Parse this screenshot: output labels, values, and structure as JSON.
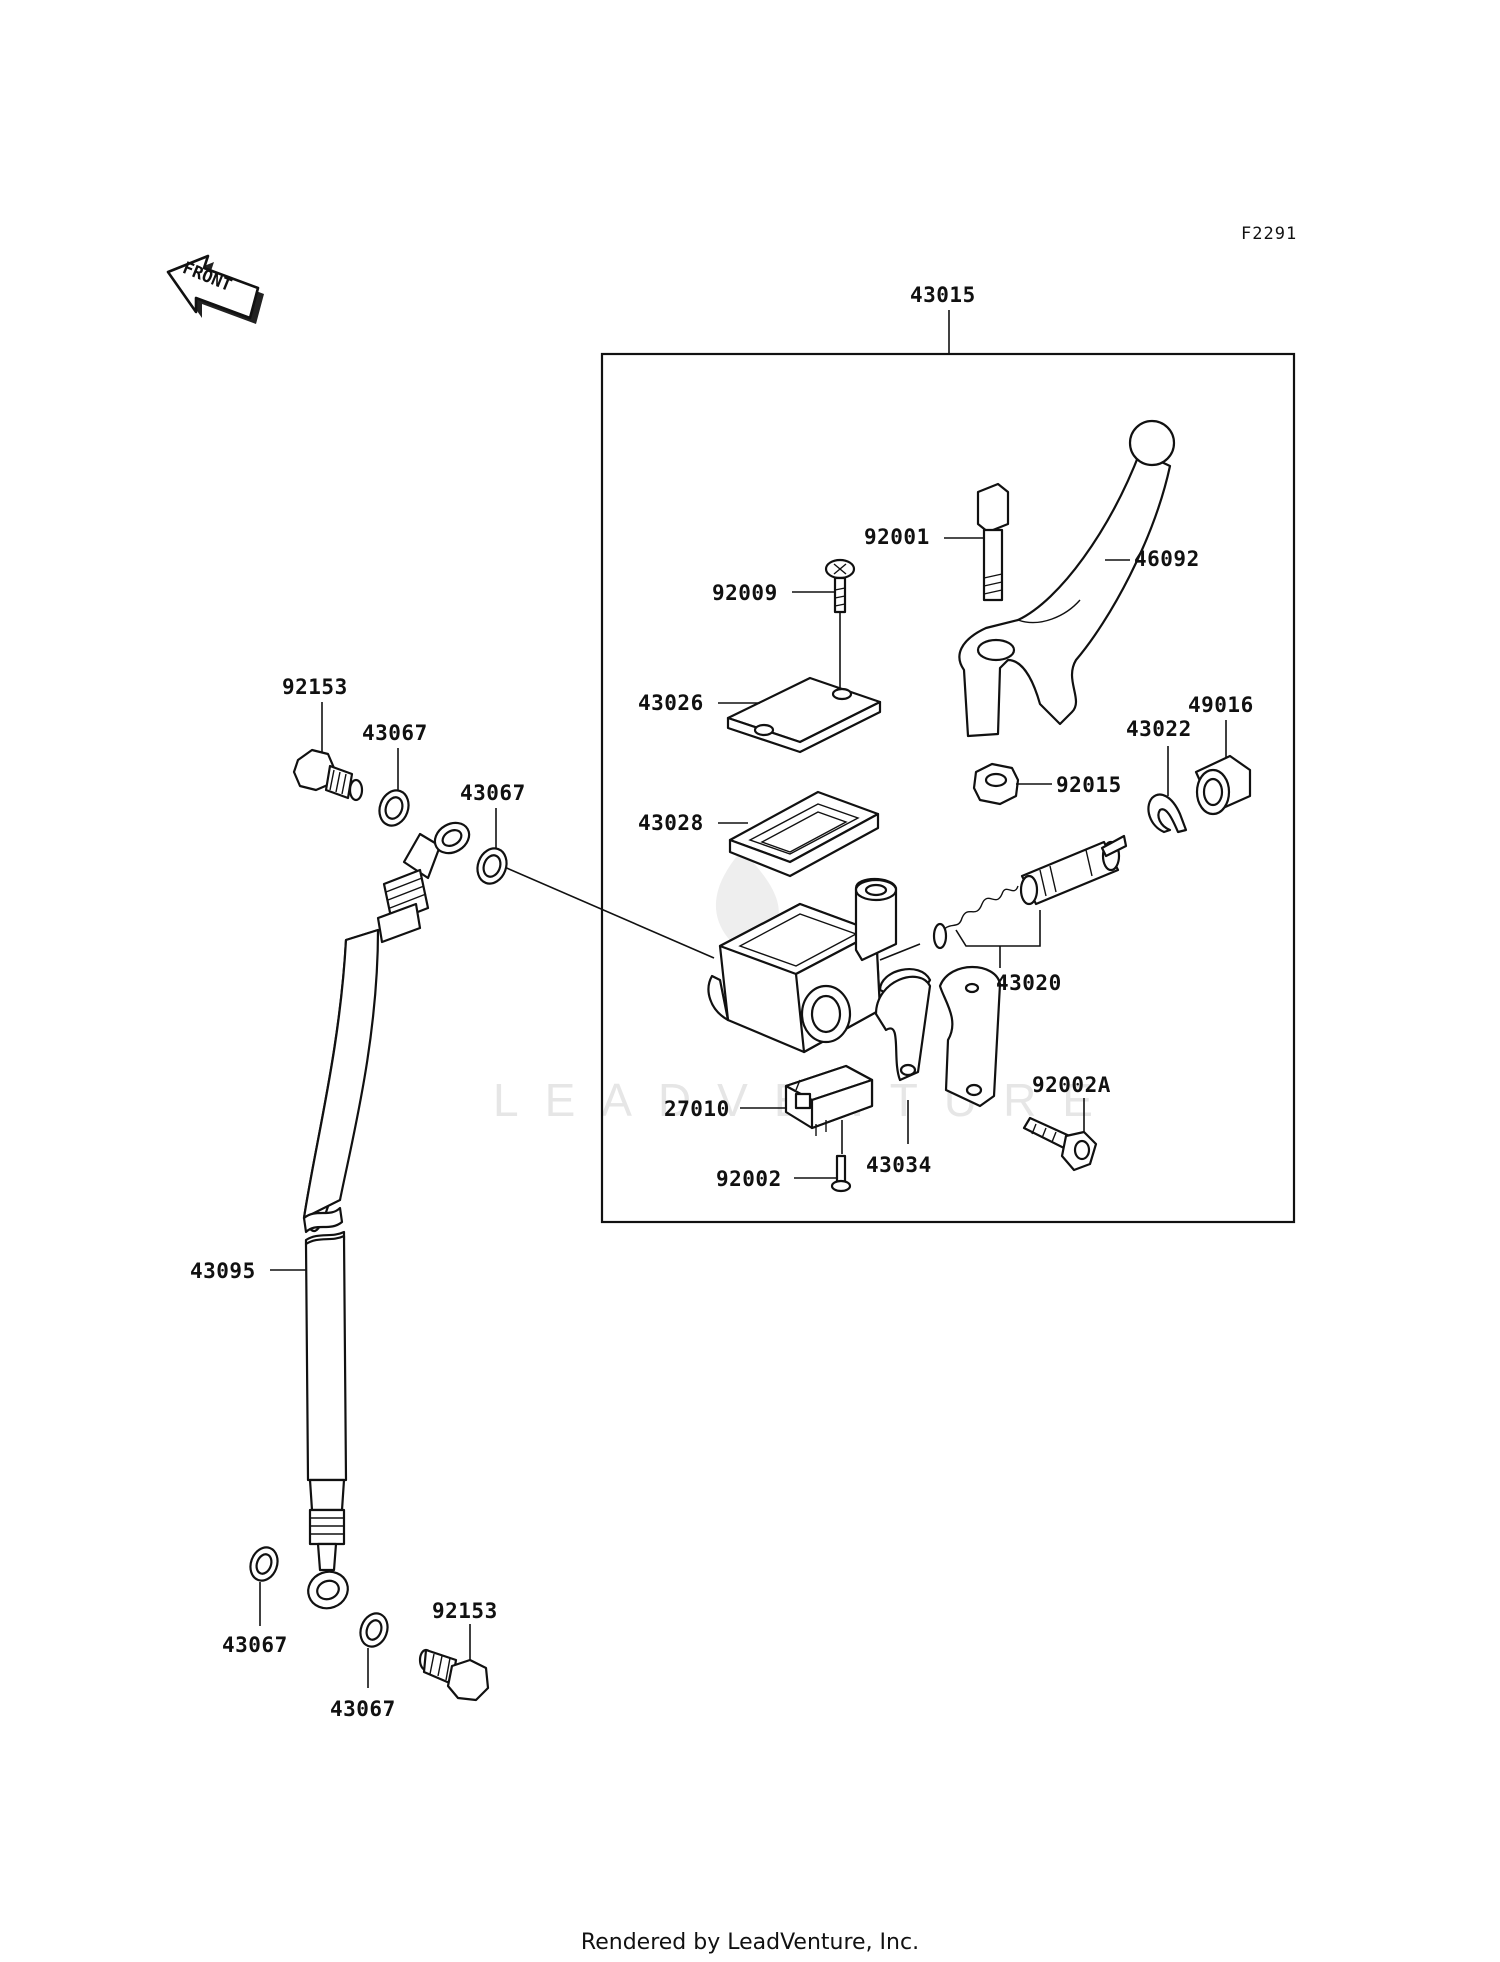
{
  "diagram_code": "F2291",
  "front_arrow": "FRONT",
  "watermark": "LEADVENTURE",
  "footer": "Rendered by LeadVenture, Inc.",
  "labels": {
    "p43015": "43015",
    "p92001": "92001",
    "p46092": "46092",
    "p92009": "92009",
    "p43026": "43026",
    "p49016": "49016",
    "p43022": "43022",
    "p92015": "92015",
    "p43028": "43028",
    "p43020": "43020",
    "p27010": "27010",
    "p92002A": "92002A",
    "p43034": "43034",
    "p92002": "92002",
    "p92153_top": "92153",
    "p43067_a": "43067",
    "p43067_b": "43067",
    "p43095": "43095",
    "p43067_c": "43067",
    "p92153_bottom": "92153",
    "p43067_d": "43067"
  }
}
